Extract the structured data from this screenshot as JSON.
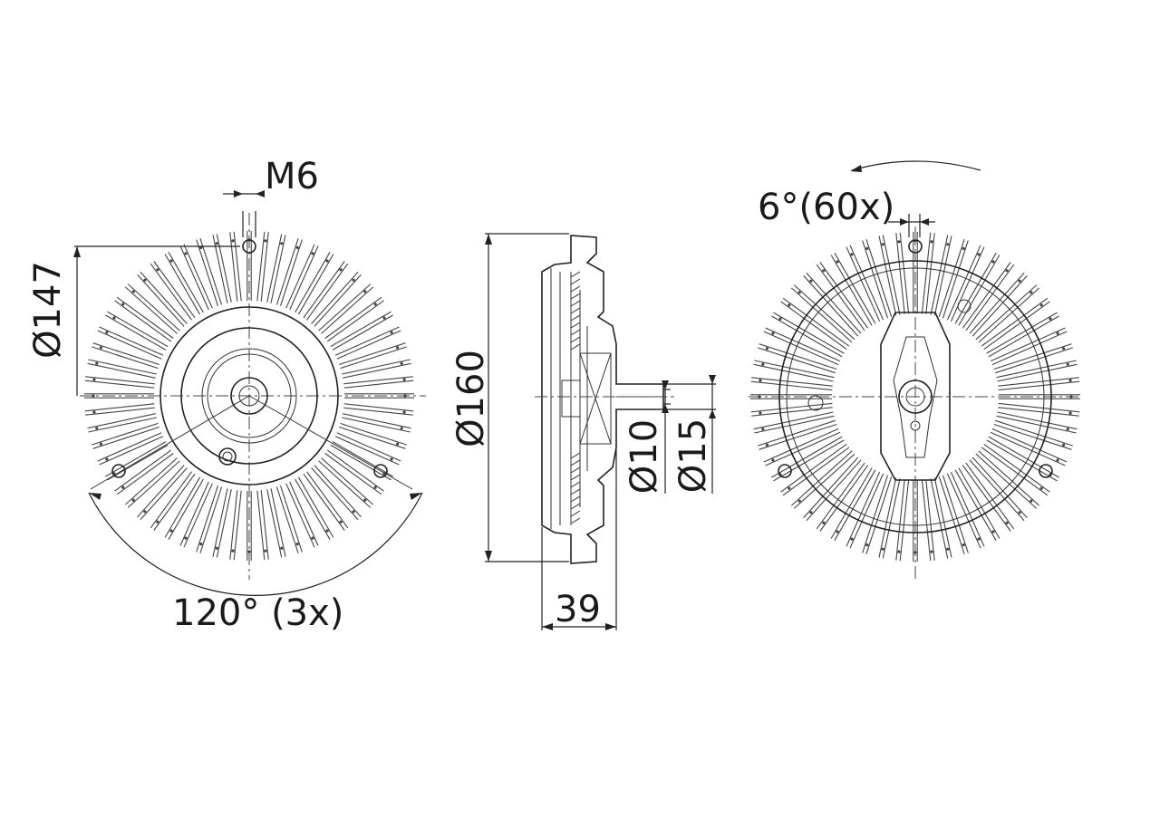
{
  "views": {
    "front": {
      "thread_label": "M6",
      "outer_diameter_label": "Ø147",
      "angle_label": "120° (3x)"
    },
    "side": {
      "diameter_label": "Ø160",
      "shaft_diameter_small_label": "Ø10",
      "shaft_diameter_large_label": "Ø15",
      "width_label": "39"
    },
    "rear": {
      "fin_angle_label": "6°(60x)"
    }
  },
  "colors": {
    "line": "#222222",
    "background": "#ffffff"
  }
}
